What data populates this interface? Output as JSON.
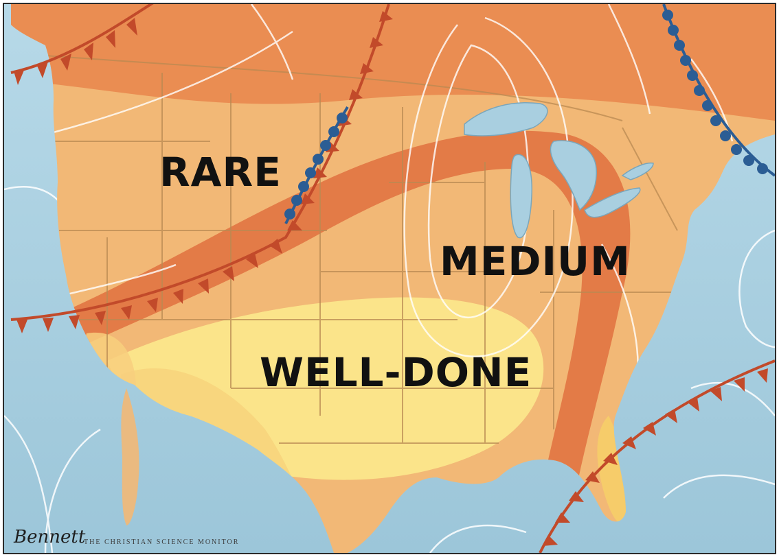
{
  "labels": {
    "rare": "RARE",
    "medium": "MEDIUM",
    "well_done": "WELL-DONE"
  },
  "signature": "Bennett",
  "credit": "THE CHRISTIAN SCIENCE MONITOR",
  "colors": {
    "ocean": "#a9cfe0",
    "land_base": "#f2b876",
    "band_dark": "#e0703f",
    "band_light": "#fbe48a",
    "state_lines": "#b98a52",
    "warm_front": "#c24a2a",
    "cold_front": "#2b5d94",
    "isobars": "#ffffff"
  },
  "icons": [
    "warm-front-line",
    "cold-front-line",
    "isobar-lines",
    "great-lakes"
  ]
}
